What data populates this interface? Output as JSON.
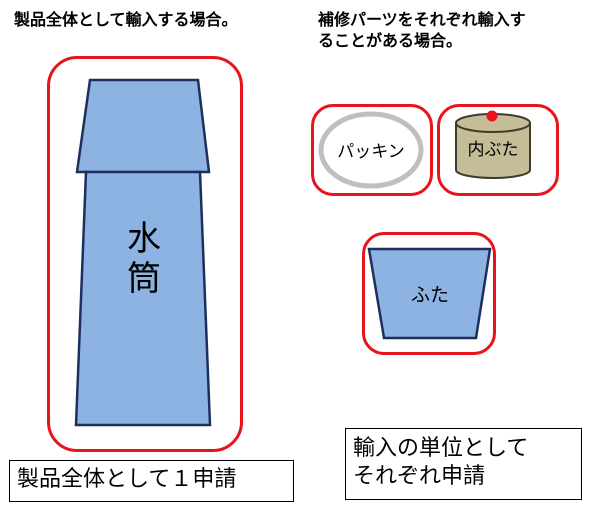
{
  "captions": {
    "whole": "製品全体として輸入する場合。",
    "parts_line1": "補修パーツをそれぞれ輸入す",
    "parts_line2": "ることがある場合。"
  },
  "bottle": {
    "label_line1": "水",
    "label_line2": "筒"
  },
  "parts": {
    "packing": "パッキン",
    "inner_lid": "内ぶた",
    "lid": "ふた"
  },
  "labels": {
    "whole": "製品全体として１申請",
    "parts_line1": "輸入の単位として",
    "parts_line2": "それぞれ申請"
  },
  "colors": {
    "bottle_fill": "#8db3e2",
    "bottle_stroke": "#1f2f5c",
    "box_stroke": "#e8141c",
    "packing_ring": "#bfbfbf",
    "inner_lid_fill": "#c4bd97",
    "knob": "#e8141c"
  }
}
